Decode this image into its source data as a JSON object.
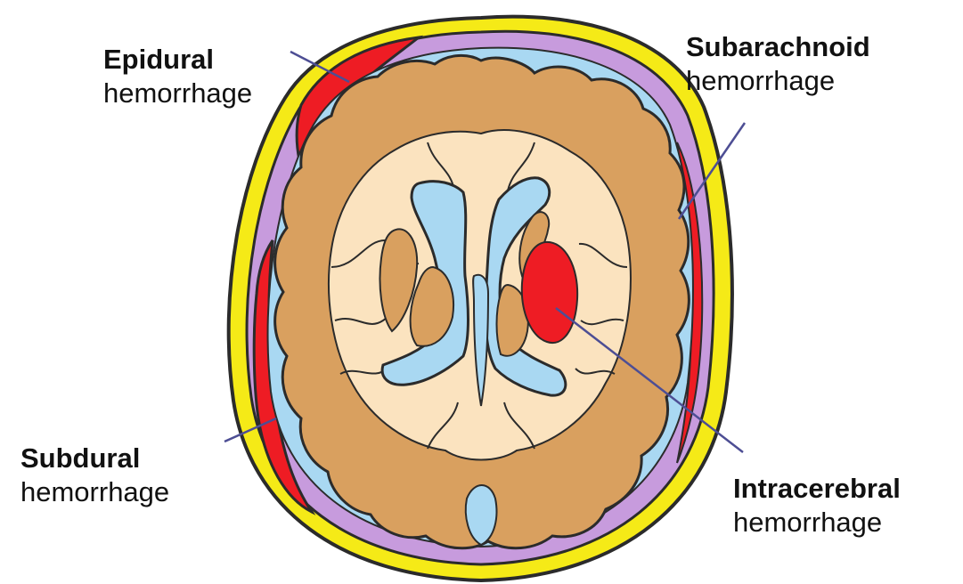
{
  "labels": {
    "epidural": {
      "bold": "Epidural",
      "rest": "hemorrhage"
    },
    "subarachnoid": {
      "bold": "Subarachnoid",
      "rest": "hemorrhage"
    },
    "subdural": {
      "bold": "Subdural",
      "rest": "hemorrhage"
    },
    "intracerebral": {
      "bold": "Intracerebral",
      "rest": "hemorrhage"
    }
  },
  "colors": {
    "skull": "#f5ea17",
    "outline": "#2b2b2b",
    "blood": "#ee1c24",
    "membrane": "#c79bdd",
    "csf": "#a9d8f2",
    "gray_matter": "#d9a05f",
    "white_matter": "#fbe3bf",
    "pointer_line": "#4d4e94"
  }
}
